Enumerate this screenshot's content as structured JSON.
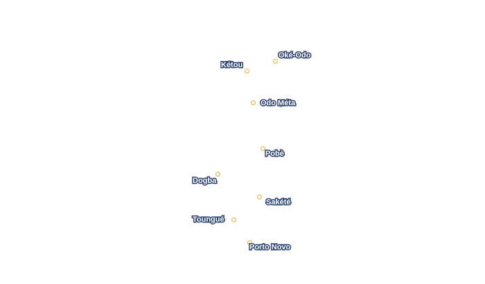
{
  "map": {
    "marker_color": "#e0b24a",
    "label_fill_color": "#ffffff",
    "label_halo_color": "#2b4170",
    "places": [
      {
        "name": "Oké-Odo"
      },
      {
        "name": "Kétou"
      },
      {
        "name": "Odo Méta"
      },
      {
        "name": "Pobè"
      },
      {
        "name": "Dogba"
      },
      {
        "name": "Sakété"
      },
      {
        "name": "Toungué"
      },
      {
        "name": "Porto Novo"
      }
    ]
  }
}
